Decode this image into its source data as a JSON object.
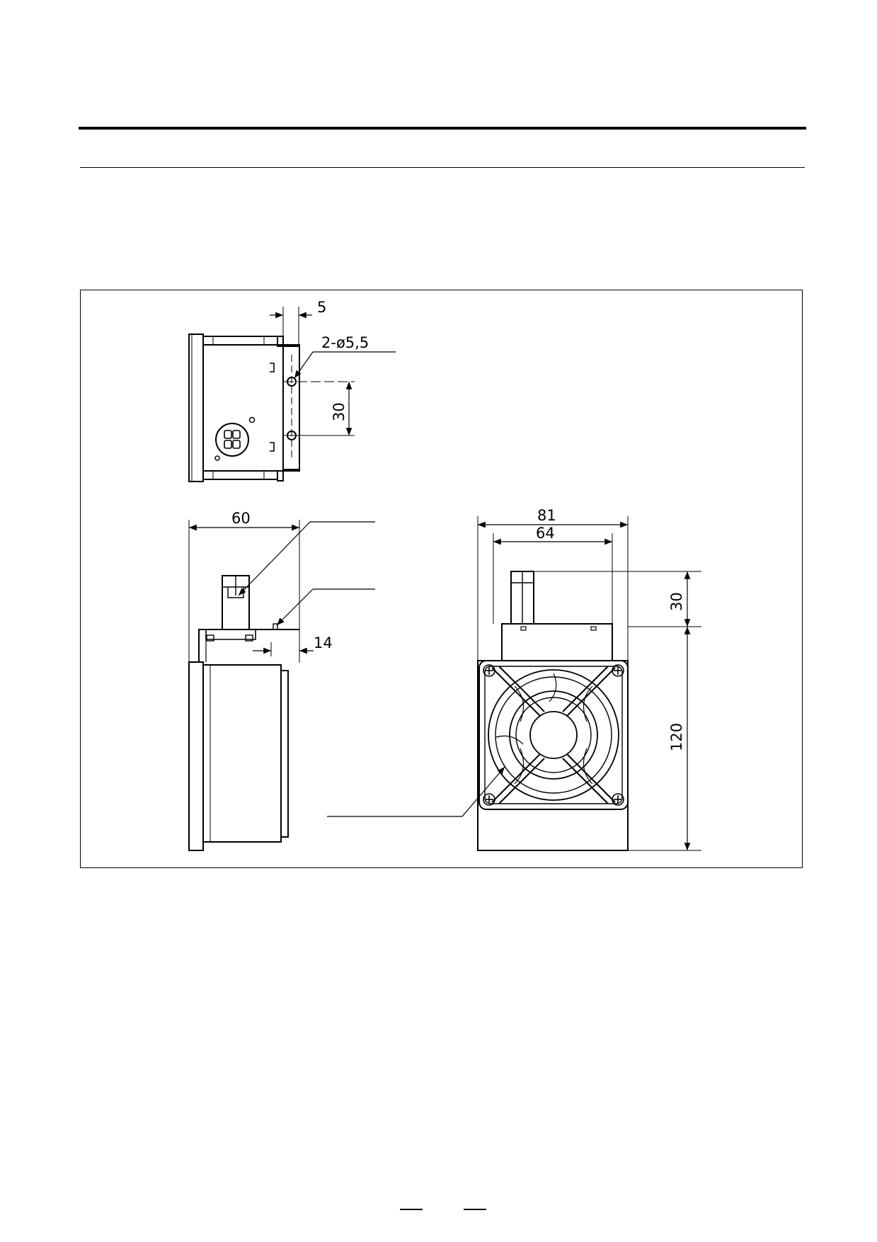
{
  "dimensions": {
    "side_top_offset": "5",
    "holes": "2-ø5,5",
    "hole_pitch": "30",
    "side_depth": "60",
    "bracket_offset": "14",
    "front_outer_width": "81",
    "front_inner_width": "64",
    "front_top_height": "30",
    "front_body_height": "120"
  }
}
